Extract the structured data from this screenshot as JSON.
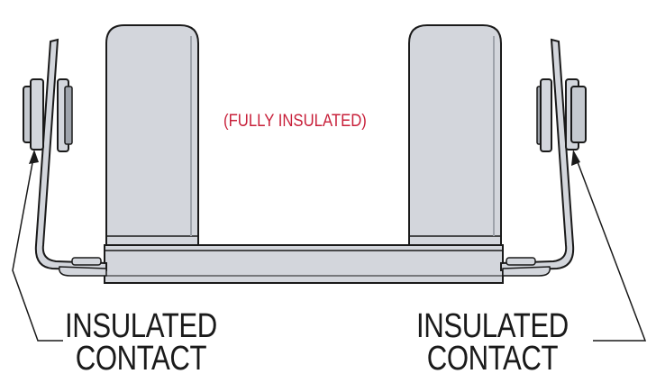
{
  "center_note": "(FULLY INSULATED)",
  "left_callout": {
    "line1": "INSULATED",
    "line2": "CONTACT"
  },
  "right_callout": {
    "line1": "INSULATED",
    "line2": "CONTACT"
  },
  "colors": {
    "metal_fill": "#d3d6dc",
    "metal_dark": "#9ea3ab",
    "outline": "#1a1a1a",
    "note_red": "#c8203a"
  }
}
